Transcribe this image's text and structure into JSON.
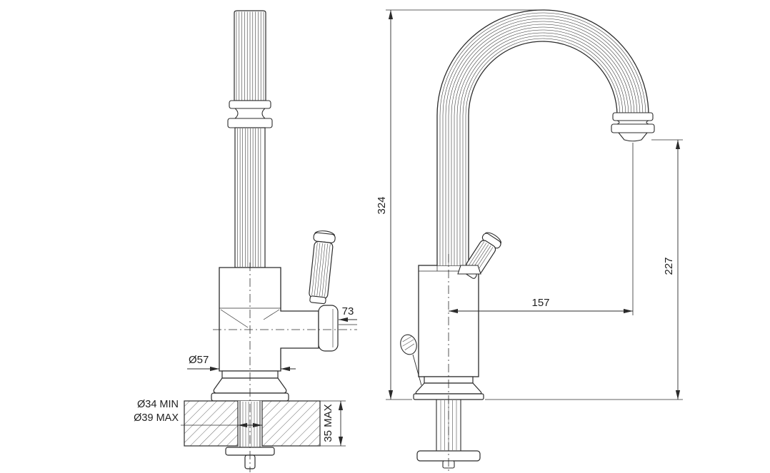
{
  "colors": {
    "line": "#2b2b2b",
    "background": "#ffffff",
    "hatch": "#5a5a5a"
  },
  "dimensions": {
    "total_height": "324",
    "outlet_height": "227",
    "spout_reach": "157",
    "handle_length": "73",
    "body_diameter": "Ø57",
    "hole_diameter_min": "Ø34 MIN",
    "hole_diameter_max": "Ø39 MAX",
    "deck_thickness_max": "35 MAX"
  }
}
